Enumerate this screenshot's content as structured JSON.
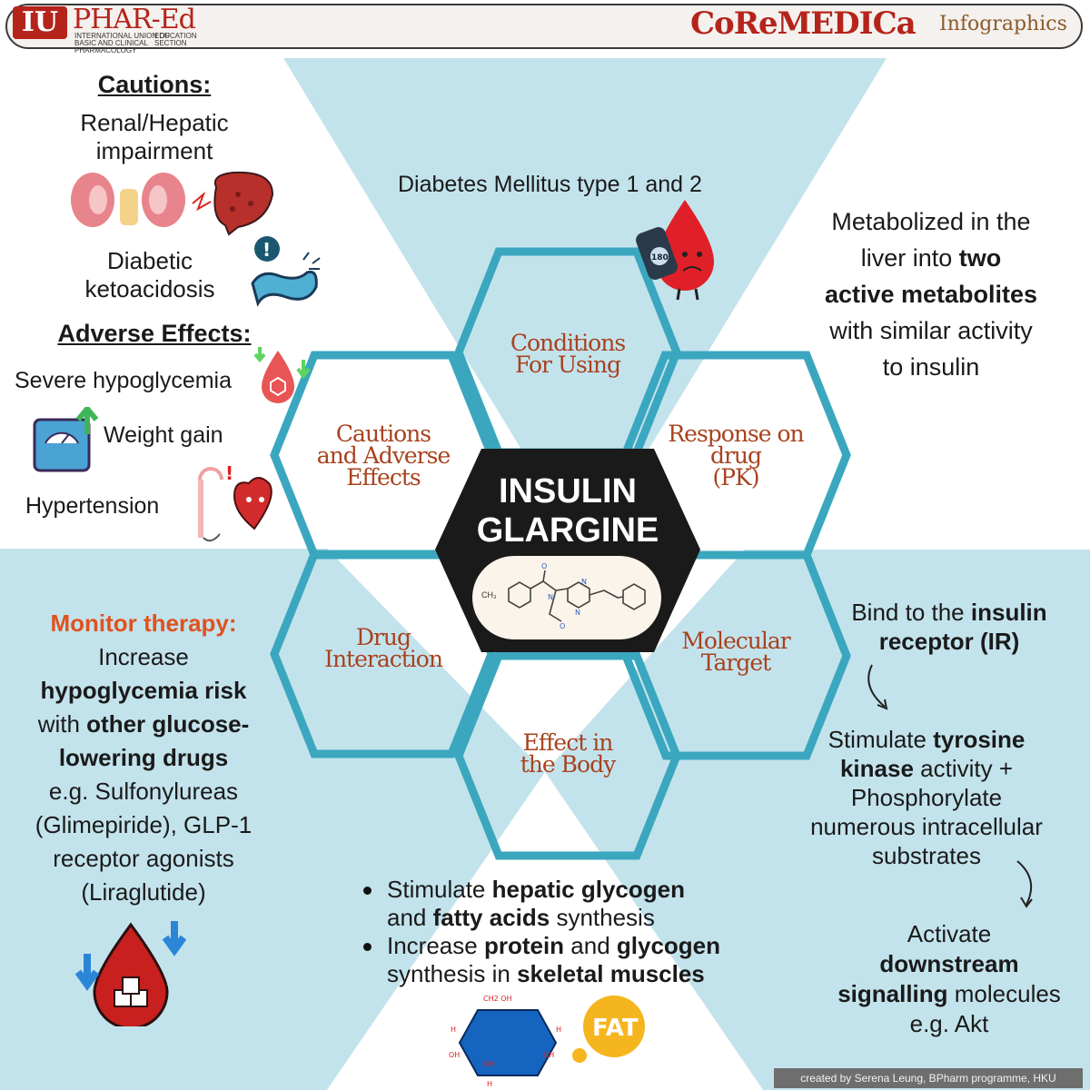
{
  "header": {
    "iu": "IU",
    "phar_ed": "PHAR-Ed",
    "iu_full": "INTERNATIONAL UNION OF BASIC AND CLINICAL PHARMACOLOGY",
    "edu_section": "EDUCATION SECTION",
    "coremedica": "CoReMEDICa",
    "infographics": "Infographics"
  },
  "center": {
    "title_line1": "INSULIN",
    "title_line2": "GLARGINE",
    "structure_label": "CH₃"
  },
  "hexagons": {
    "conditions": {
      "line1": "Conditions",
      "line2": "For Using"
    },
    "response": {
      "line1": "Response on",
      "line2": "drug",
      "line3": "(PK)"
    },
    "cautions": {
      "line1": "Cautions",
      "line2": "and Adverse",
      "line3": "Effects"
    },
    "drug_interaction": {
      "line1": "Drug",
      "line2": "Interaction"
    },
    "molecular_target": {
      "line1": "Molecular",
      "line2": "Target"
    },
    "effect": {
      "line1": "Effect in",
      "line2": "the Body"
    }
  },
  "cautions": {
    "title": "Cautions:",
    "item1_line1": "Renal/Hepatic",
    "item1_line2": "impairment",
    "item2_line1": "Diabetic",
    "item2_line2": "ketoacidosis"
  },
  "adverse": {
    "title": "Adverse Effects:",
    "item1": "Severe hypoglycemia",
    "item2": "Weight gain",
    "item3": "Hypertension"
  },
  "conditions_text": "Diabetes Mellitus type 1 and 2",
  "glucometer_reading": "180",
  "pk": {
    "line1": "Metabolized in the",
    "line2a": "liver into ",
    "line2b": "two",
    "line3": "active metabolites",
    "line4": "with similar activity",
    "line5": "to insulin"
  },
  "monitor": {
    "title": "Monitor therapy:",
    "l1": "Increase",
    "l2": "hypoglycemia risk",
    "l3a": "with ",
    "l3b": "other glucose-",
    "l4": "lowering drugs",
    "l5": "e.g. Sulfonylureas",
    "l6": "(Glimepiride), GLP-1",
    "l7": "receptor agonists",
    "l8": "(Liraglutide)"
  },
  "molecular": {
    "s1a": "Bind to the ",
    "s1b": "insulin",
    "s1c": "receptor (IR)",
    "s2a": "Stimulate ",
    "s2b": "tyrosine",
    "s2c": "kinase",
    "s2d": " activity +",
    "s2e": "Phosphorylate",
    "s2f": "numerous intracellular",
    "s2g": "substrates",
    "s3a": "Activate",
    "s3b": "downstream",
    "s3c": "signalling",
    "s3d": " molecules",
    "s3e": "e.g.  Akt"
  },
  "effect": {
    "b1a": "Stimulate ",
    "b1b": "hepatic glycogen",
    "b1c": "and ",
    "b1d": "fatty acids",
    "b1e": " synthesis",
    "b2a": " Increase ",
    "b2b": "protein",
    "b2c": " and ",
    "b2d": "glycogen",
    "b2e": "synthesis in ",
    "b2f": "skeletal muscles",
    "fat": "FAT",
    "ch2oh": "CH2 OH",
    "h_atom": "H",
    "oh": "OH"
  },
  "credit": "created by Serena Leung, BPharm programme, HKU",
  "colors": {
    "light_blue": "#c3e3ec",
    "hex_border": "#3aa7bf",
    "dark_teal": "#1b5870",
    "accent_orange": "#e0521f",
    "brand_red": "#b5241b",
    "center_black": "#1a1a1a"
  }
}
